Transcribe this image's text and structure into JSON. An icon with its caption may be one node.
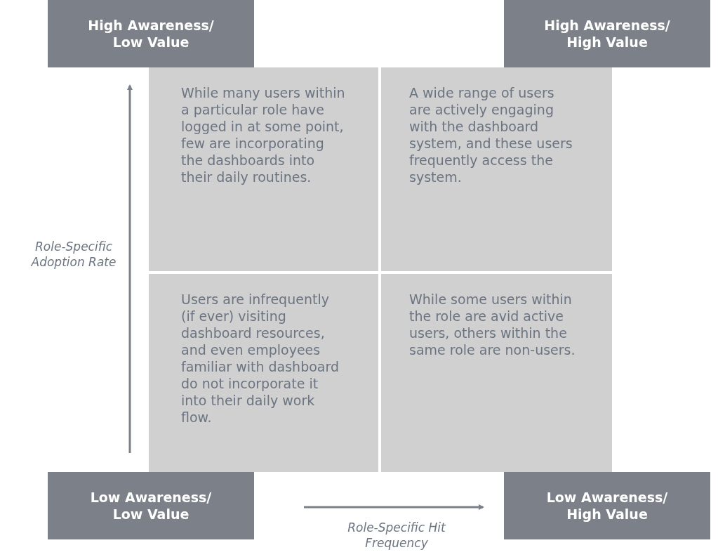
{
  "diagram": {
    "nodes": [
      {
        "text": [
          "High Awareness/ Low Value"
        ]
      },
      {
        "text": [
          "High Awareness/ High Value"
        ]
      },
      {
        "text": [
          "While many users within a particular role have logged in at some point, few are incorporating the dashboards into their daily routines."
        ]
      },
      {
        "text": [
          "A wide range of users are actively engaging with the dashboard system, and these users frequently access the system."
        ]
      },
      {
        "text": [
          "Users are infrequently (if ever) visiting dashboard resources, and even employees familiar with dashboard do not incorporate it into their daily work flow."
        ]
      },
      {
        "text": [
          "While some users within the role are avid active users, others within the same role are non-users."
        ]
      },
      {
        "text": [
          "Low Awareness/ Low Value"
        ]
      },
      {
        "text": [
          "Low Awareness/ High Value"
        ]
      }
    ],
    "edges": [],
    "labels": [
      "Role-Specific Adoption Rate",
      "Role-Specific Hit Frequency"
    ]
  }
}
